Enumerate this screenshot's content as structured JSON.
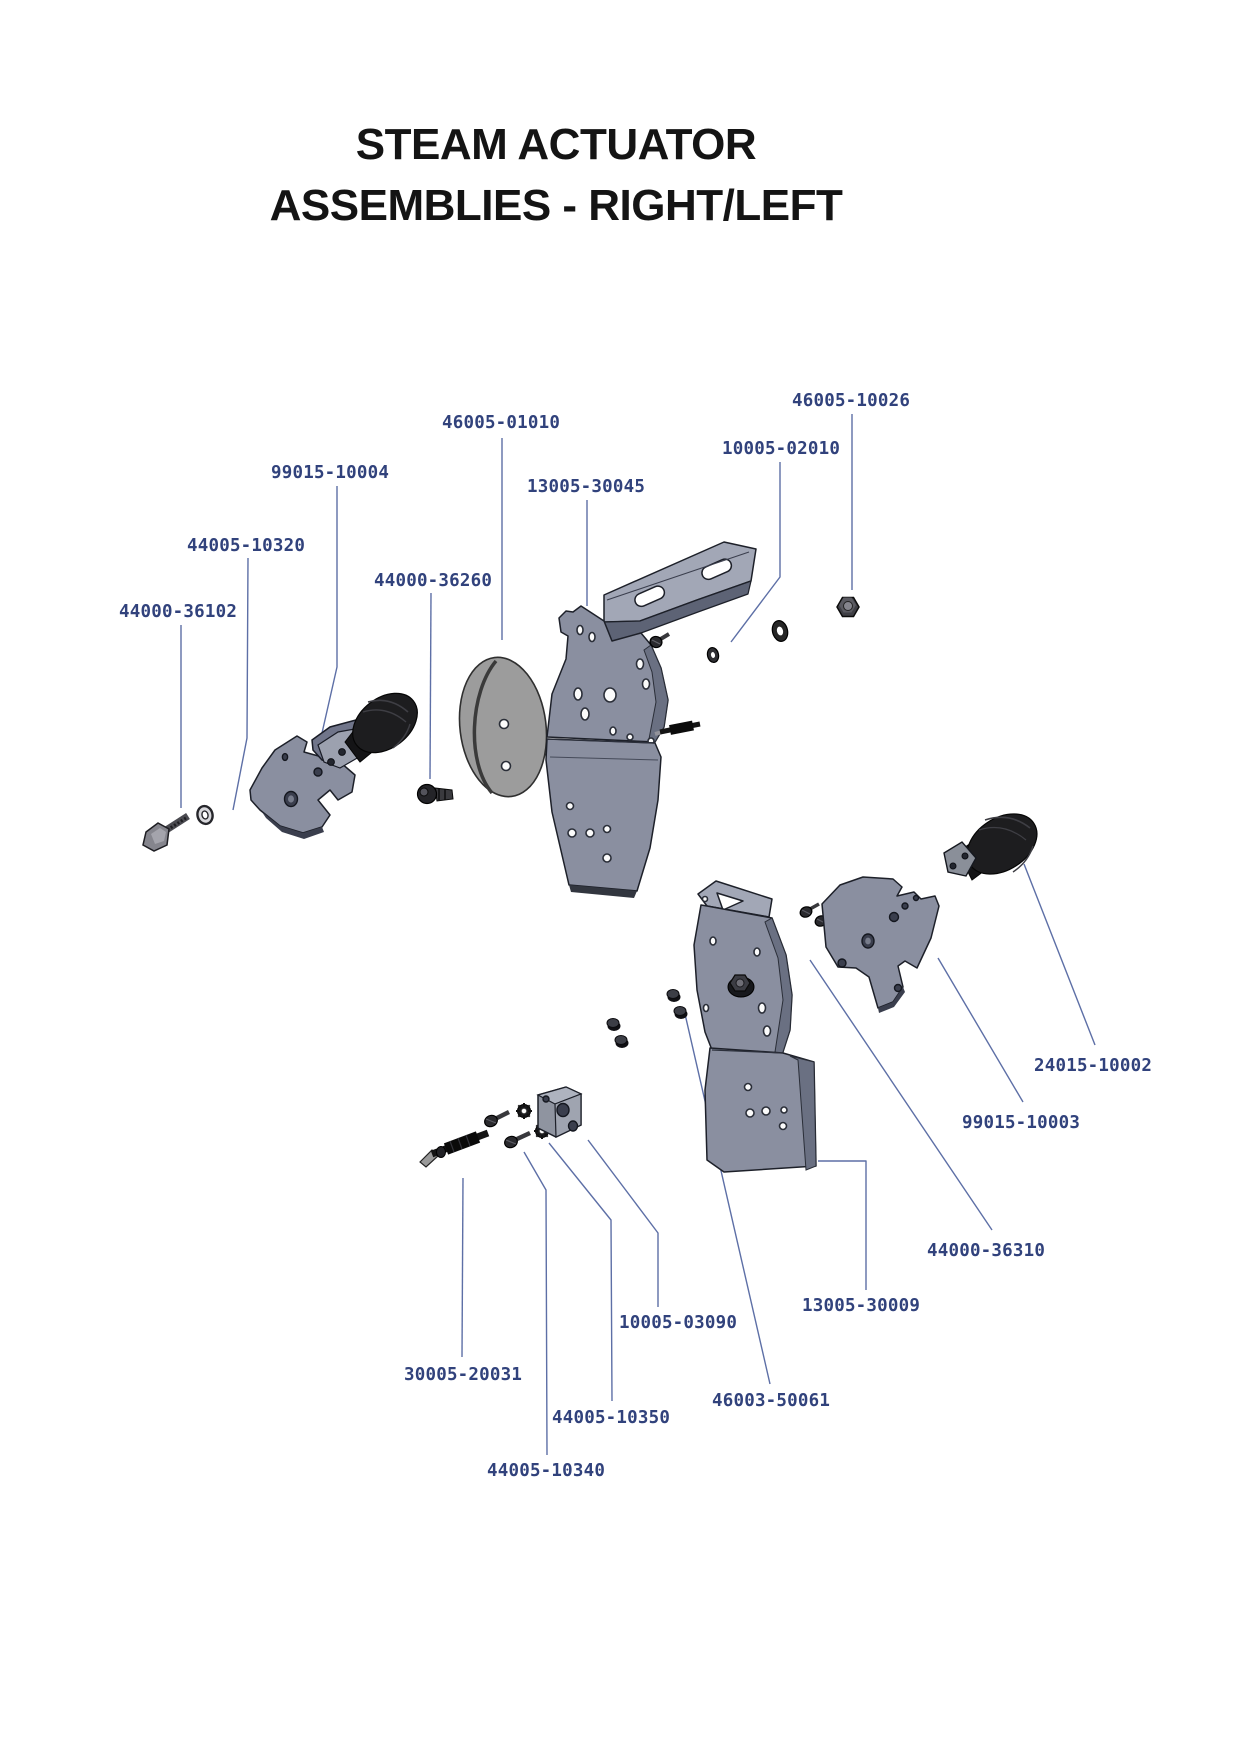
{
  "title": {
    "line1": "STEAM ACTUATOR",
    "line2": "ASSEMBLIES - RIGHT/LEFT"
  },
  "diagram": {
    "type": "exploded-parts-diagram",
    "part_labels": [
      {
        "part_number": "46005-10026"
      },
      {
        "part_number": "46005-01010"
      },
      {
        "part_number": "10005-02010"
      },
      {
        "part_number": "99015-10004"
      },
      {
        "part_number": "13005-30045"
      },
      {
        "part_number": "44005-10320"
      },
      {
        "part_number": "44000-36260"
      },
      {
        "part_number": "44000-36102"
      },
      {
        "part_number": "24015-10002"
      },
      {
        "part_number": "99015-10003"
      },
      {
        "part_number": "44000-36310"
      },
      {
        "part_number": "13005-30009"
      },
      {
        "part_number": "10005-03090"
      },
      {
        "part_number": "30005-20031"
      },
      {
        "part_number": "44005-10350"
      },
      {
        "part_number": "44005-10340"
      },
      {
        "part_number": "46003-50061"
      }
    ]
  },
  "colors": {
    "background": "#FFFFFF",
    "title_text": "#141414",
    "label_text": "#31427C",
    "leader_line": "#5D6FA6",
    "metal_gray": "#8A8FA0",
    "metal_light": "#A2A7B6",
    "metal_dark": "#5D6375",
    "black_part": "#1D1D1F",
    "disc_gray": "#9C9C9C"
  }
}
